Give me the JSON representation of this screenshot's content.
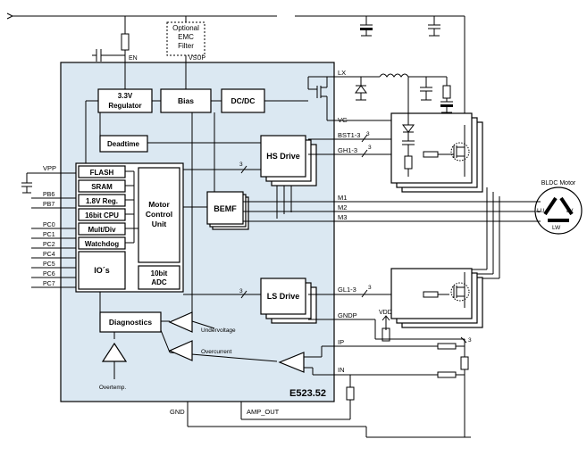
{
  "chip": {
    "name": "E523.52",
    "blocks": {
      "regulator": "3.3V Regulator",
      "regulator_l1": "3.3V",
      "regulator_l2": "Regulator",
      "bias": "Bias",
      "dcdc": "DC/DC",
      "deadtime": "Deadtime",
      "flash": "FLASH",
      "sram": "SRAM",
      "reg18": "1.8V Reg.",
      "cpu": "16bit CPU",
      "multdiv": "Mult/Div",
      "watchdog": "Watchdog",
      "ios": "IO´s",
      "mcu_l1": "Motor",
      "mcu_l2": "Control",
      "mcu_l3": "Unit",
      "adc_l1": "10bit",
      "adc_l2": "ADC",
      "bemf": "BEMF",
      "hs_drive": "HS Drive",
      "ls_drive": "LS Drive",
      "diagnostics": "Diagnostics",
      "undervoltage": "Undervoltage",
      "overcurrent": "Overcurrent",
      "overtemp": "Overtemp."
    }
  },
  "emc": {
    "l1": "Optional",
    "l2": "EMC",
    "l3": "Filter"
  },
  "pins": {
    "en": "EN",
    "vsup": "VSUP",
    "vpp": "VPP",
    "pb6": "PB6",
    "pb7": "PB7",
    "pc0": "PC0",
    "pc1": "PC1",
    "pc2": "PC2",
    "pc4": "PC4",
    "pc5": "PC5",
    "pc6": "PC6",
    "pc7": "PC7",
    "lx": "LX",
    "vg": "VG",
    "bst": "BST1-3",
    "gh": "GH1-3",
    "m1": "M1",
    "m2": "M2",
    "m3": "M3",
    "gl": "GL1-3",
    "gndp": "GNDP",
    "ip": "IP",
    "in": "IN",
    "gnd": "GND",
    "amp_out": "AMP_OUT",
    "vdd": "VDD"
  },
  "bus_width": "3",
  "motor": {
    "title": "BLDC Motor",
    "lu": "LU",
    "lv": "LV",
    "lw": "LW"
  }
}
